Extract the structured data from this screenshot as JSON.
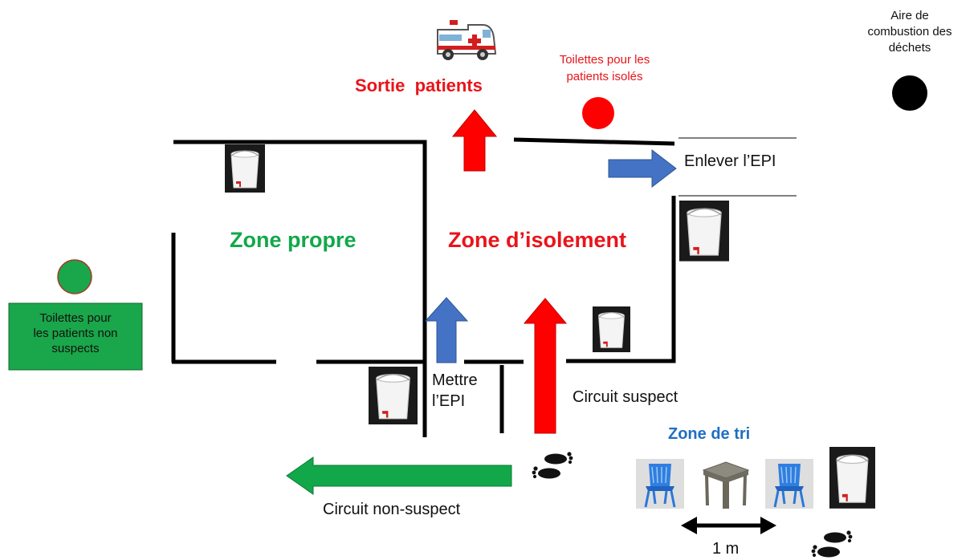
{
  "labels": {
    "exit": "Sortie  patients",
    "isolated_toilets": "Toilettes pour les\npatients isolés",
    "waste_burning": "Aire de\ncombustion des\ndéchets",
    "remove_ppe": "Enlever l’EPI",
    "clean_zone": "Zone propre",
    "isolation_zone": "Zone d’isolement",
    "non_suspect_toilets": "Toilettes pour\nles patients non\nsuspects",
    "put_on_ppe": "Mettre\nl’EPI",
    "suspect_circuit": "Circuit suspect",
    "triage_zone": "Zone de tri",
    "non_suspect_circuit": "Circuit non-suspect",
    "distance": "1 m"
  },
  "icons": {
    "ambulance": "ambulance-icon",
    "bucket": "water-bucket-icon",
    "chair": "chair-icon",
    "table": "table-icon",
    "footprints": "footprints-icon"
  },
  "colors": {
    "red": "#e8141a",
    "green": "#12a84a",
    "blue": "#1f6fc4",
    "arrow_blue": "#4472c4",
    "black": "#000000",
    "green_box": "#1aa64a"
  }
}
